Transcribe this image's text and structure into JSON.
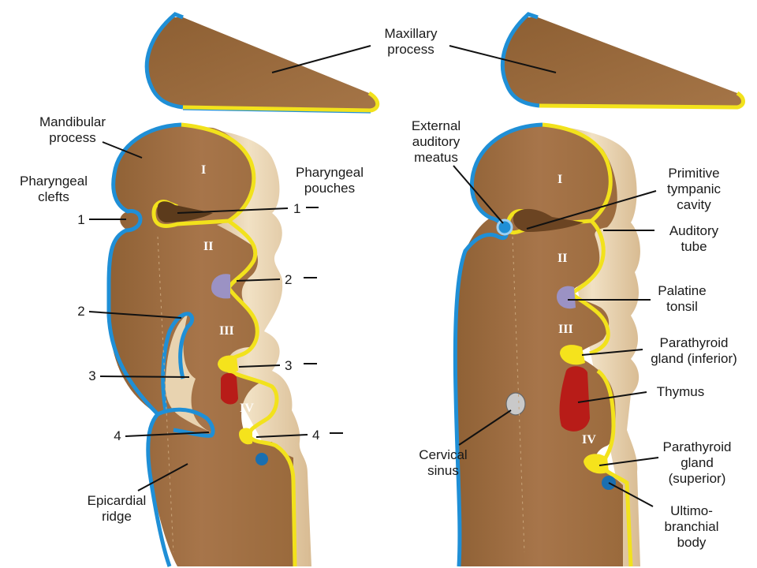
{
  "colors": {
    "tissue": "#9c6c3c",
    "tissue_light": "#b07d48",
    "side_face": "#e6d0ad",
    "ectoderm": "#1f8fd6",
    "endoderm": "#f2e21c",
    "thymus": "#b81c18",
    "tonsil": "#9b92c4",
    "sinus": "#c9c9c9",
    "ultimobranchial": "#1a6fb0",
    "parathyroid": "#f5e31c"
  },
  "left": {
    "maxillary": [
      "Maxillary",
      "process"
    ],
    "mandibular": [
      "Mandibular",
      "process"
    ],
    "clefts": [
      "Pharyngeal",
      "clefts"
    ],
    "pouches": [
      "Pharyngeal",
      "pouches"
    ],
    "epicardial": [
      "Epicardial",
      "ridge"
    ],
    "cleft_numbers": [
      "1",
      "2",
      "3",
      "4"
    ],
    "pouch_numbers": [
      "1",
      "2",
      "3",
      "4"
    ],
    "arches": [
      "I",
      "II",
      "III",
      "IV"
    ]
  },
  "right": {
    "external_meatus": [
      "External",
      "auditory",
      "meatus"
    ],
    "tympanic": [
      "Primitive",
      "tympanic",
      "cavity"
    ],
    "auditory_tube": [
      "Auditory",
      "tube"
    ],
    "palatine": [
      "Palatine",
      "tonsil"
    ],
    "parathyroid_inferior": [
      "Parathyroid",
      "gland (inferior)"
    ],
    "thymus": "Thymus",
    "cervical_sinus": [
      "Cervical",
      "sinus"
    ],
    "parathyroid_superior": [
      "Parathyroid",
      "gland",
      "(superior)"
    ],
    "ultimobranchial": [
      "Ultimo-",
      "branchial",
      "body"
    ],
    "arches": [
      "I",
      "II",
      "III",
      "IV"
    ]
  }
}
